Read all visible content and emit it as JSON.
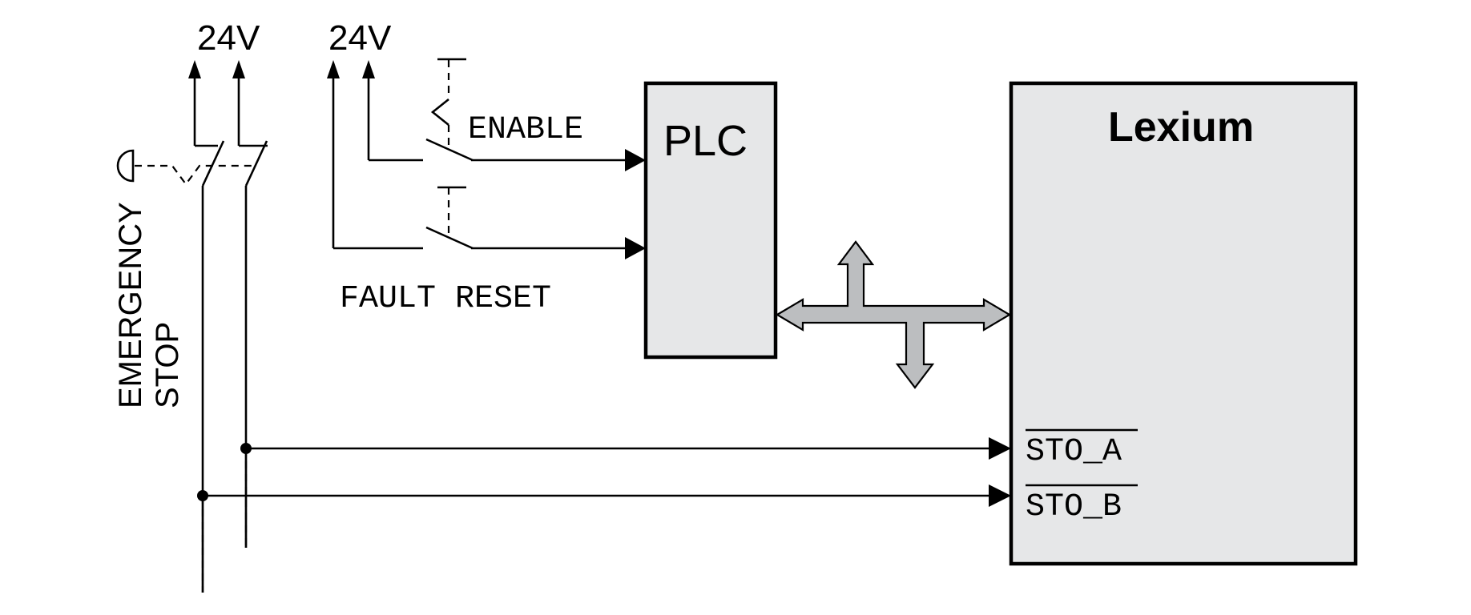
{
  "supply": {
    "left_label": "24V",
    "right_label": "24V"
  },
  "emergency_stop": {
    "line1": "EMERGENCY",
    "line2": "STOP"
  },
  "switches": {
    "enable_label": "ENABLE",
    "fault_reset_label": "FAULT RESET"
  },
  "plc": {
    "label": "PLC"
  },
  "lexium": {
    "title": "Lexium",
    "input_a": "STO_A",
    "input_b": "STO_B"
  },
  "colors": {
    "box_fill": "#e6e7e8",
    "bus_fill": "#bcbec0",
    "line": "#000000"
  }
}
